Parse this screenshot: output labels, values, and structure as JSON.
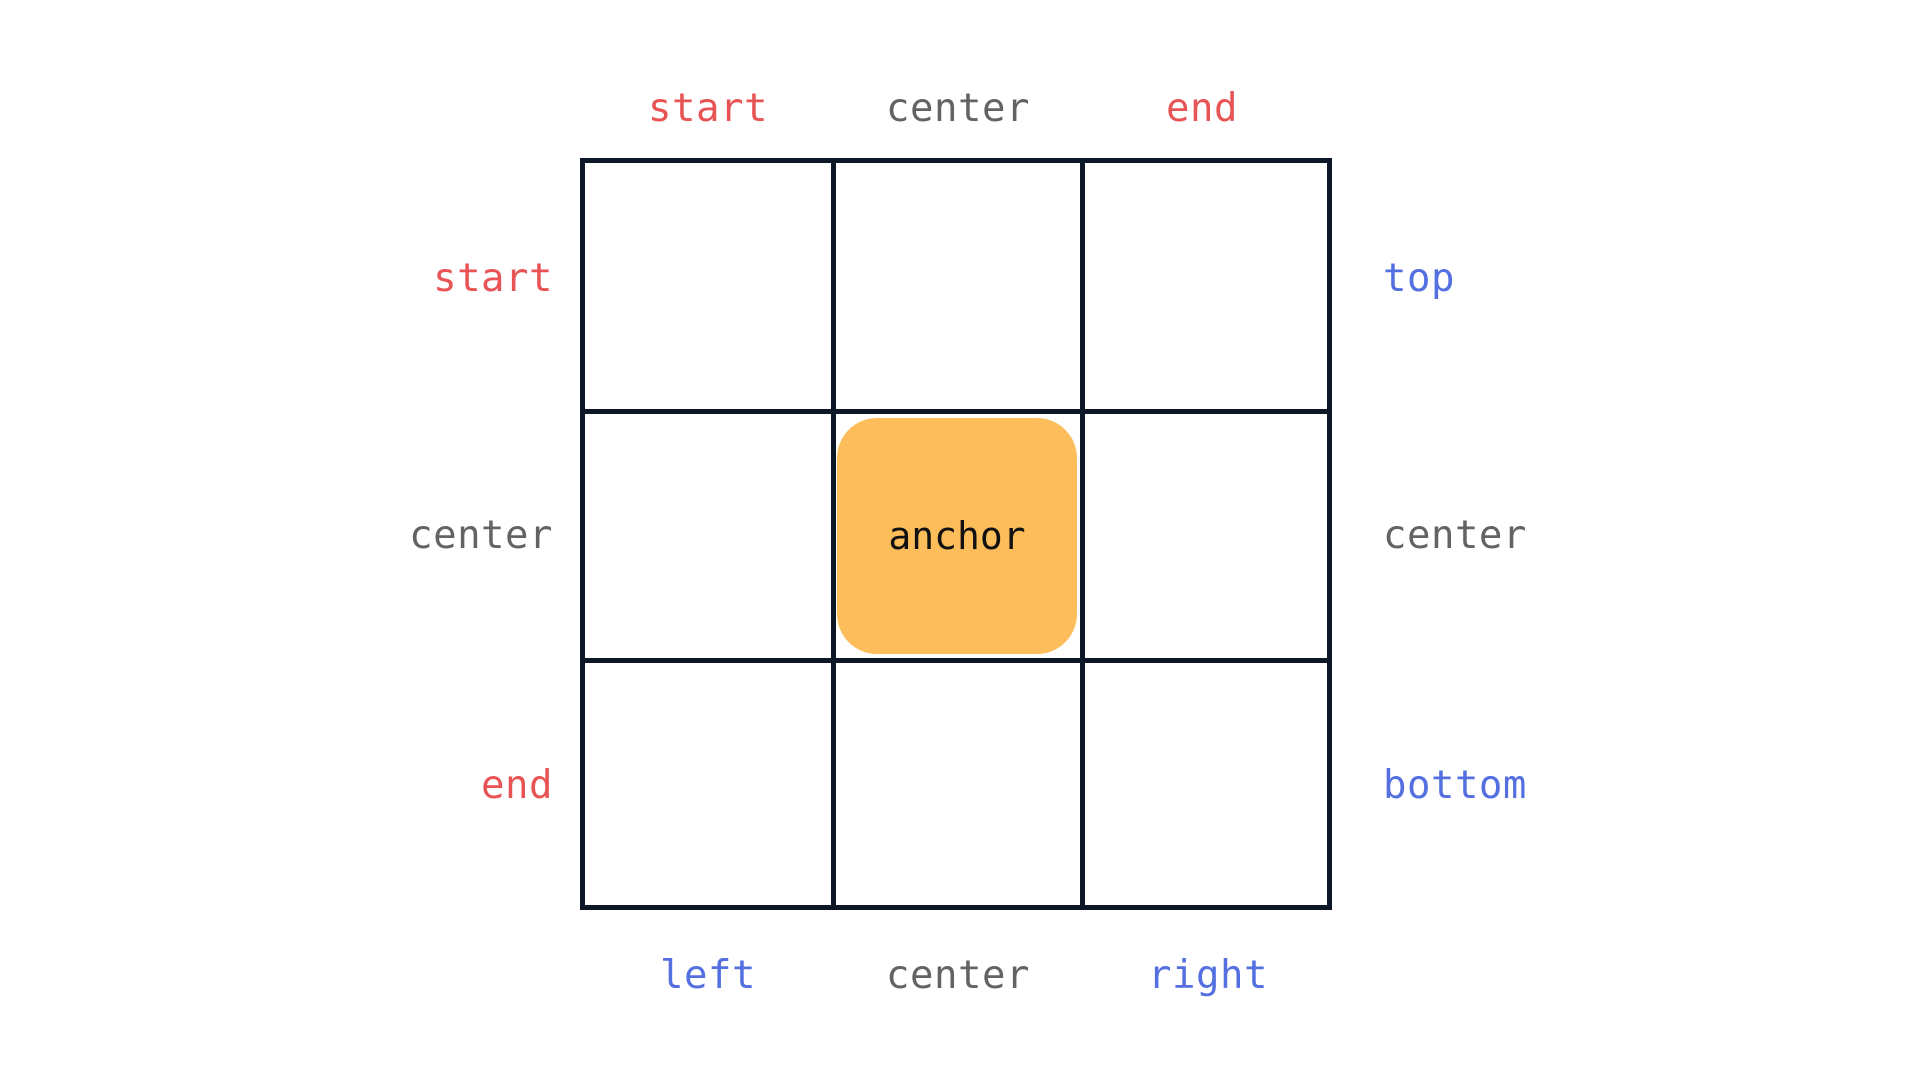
{
  "top_labels": [
    {
      "text": "start",
      "color": "#e85456"
    },
    {
      "text": "center",
      "color": "#636363"
    },
    {
      "text": "end",
      "color": "#e85456"
    }
  ],
  "left_labels": [
    {
      "text": "start",
      "color": "#e85456"
    },
    {
      "text": "center",
      "color": "#636363"
    },
    {
      "text": "end",
      "color": "#e85456"
    }
  ],
  "right_labels": [
    {
      "text": "top",
      "color": "#5470e0"
    },
    {
      "text": "center",
      "color": "#636363"
    },
    {
      "text": "bottom",
      "color": "#5470e0"
    }
  ],
  "bottom_labels": [
    {
      "text": "left",
      "color": "#5470e0"
    },
    {
      "text": "center",
      "color": "#636363"
    },
    {
      "text": "right",
      "color": "#5470e0"
    }
  ],
  "anchor": {
    "label": "anchor",
    "color": "#fdbd5a",
    "row": 1,
    "column": 1
  },
  "grid": {
    "rows": 3,
    "columns": 3,
    "line_color": "#0c1727"
  }
}
